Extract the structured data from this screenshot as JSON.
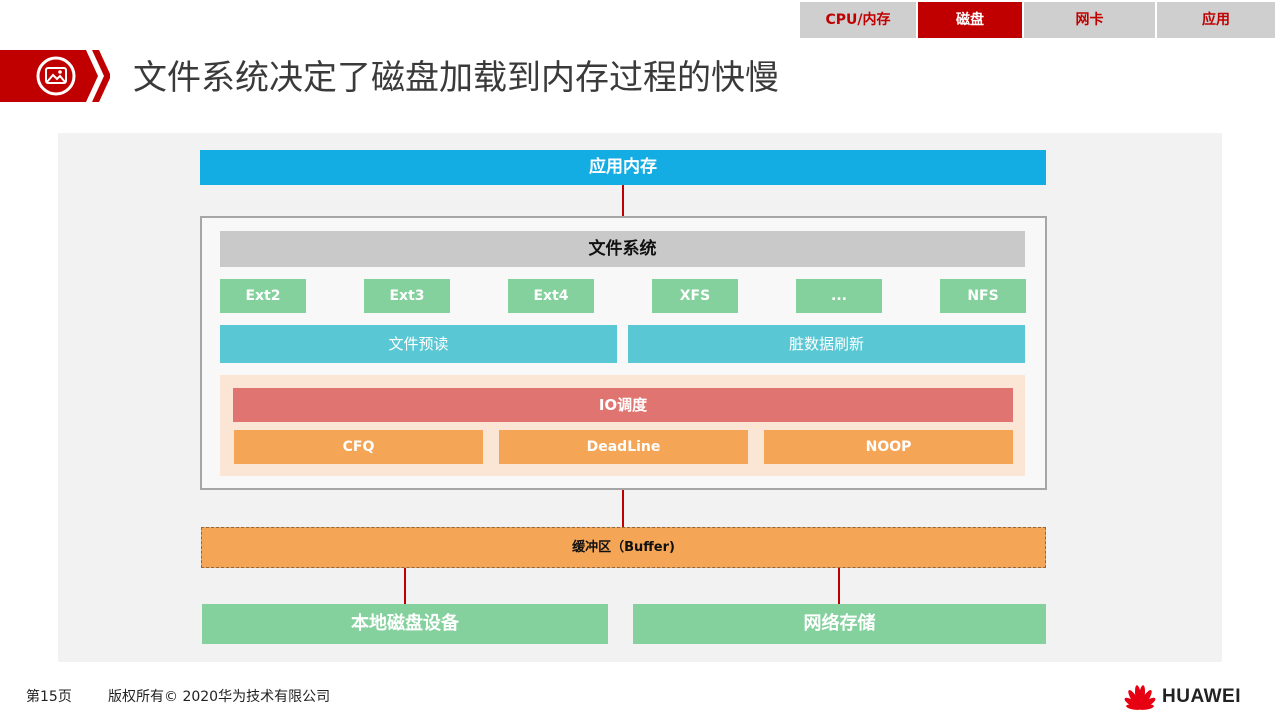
{
  "nav": {
    "tabs": [
      {
        "label": "CPU/内存"
      },
      {
        "label": "磁盘"
      },
      {
        "label": "网卡"
      },
      {
        "label": "应用"
      }
    ],
    "active_index": 1
  },
  "header": {
    "title": "文件系统决定了磁盘加载到内存过程的快慢",
    "icon": "image-icon"
  },
  "diagram": {
    "app_memory": "应用内存",
    "filesystem": {
      "title": "文件系统",
      "types": [
        "Ext2",
        "Ext3",
        "Ext4",
        "XFS",
        "...",
        "NFS"
      ],
      "features": [
        "文件预读",
        "脏数据刷新"
      ],
      "io_scheduling": {
        "title": "IO调度",
        "schedulers": [
          "CFQ",
          "DeadLine",
          "NOOP"
        ]
      }
    },
    "buffer": "缓冲区（Buffer)",
    "storage": [
      "本地磁盘设备",
      "网络存储"
    ]
  },
  "footer": {
    "page": "第15页",
    "copyright": "版权所有© 2020华为技术有限公司",
    "brand": "HUAWEI"
  },
  "colors": {
    "accent": "#c00000",
    "app_memory": "#14ade3",
    "fs_type": "#84d19d",
    "feature": "#5ac8d4",
    "io": "#e07470",
    "scheduler": "#f5a556"
  }
}
